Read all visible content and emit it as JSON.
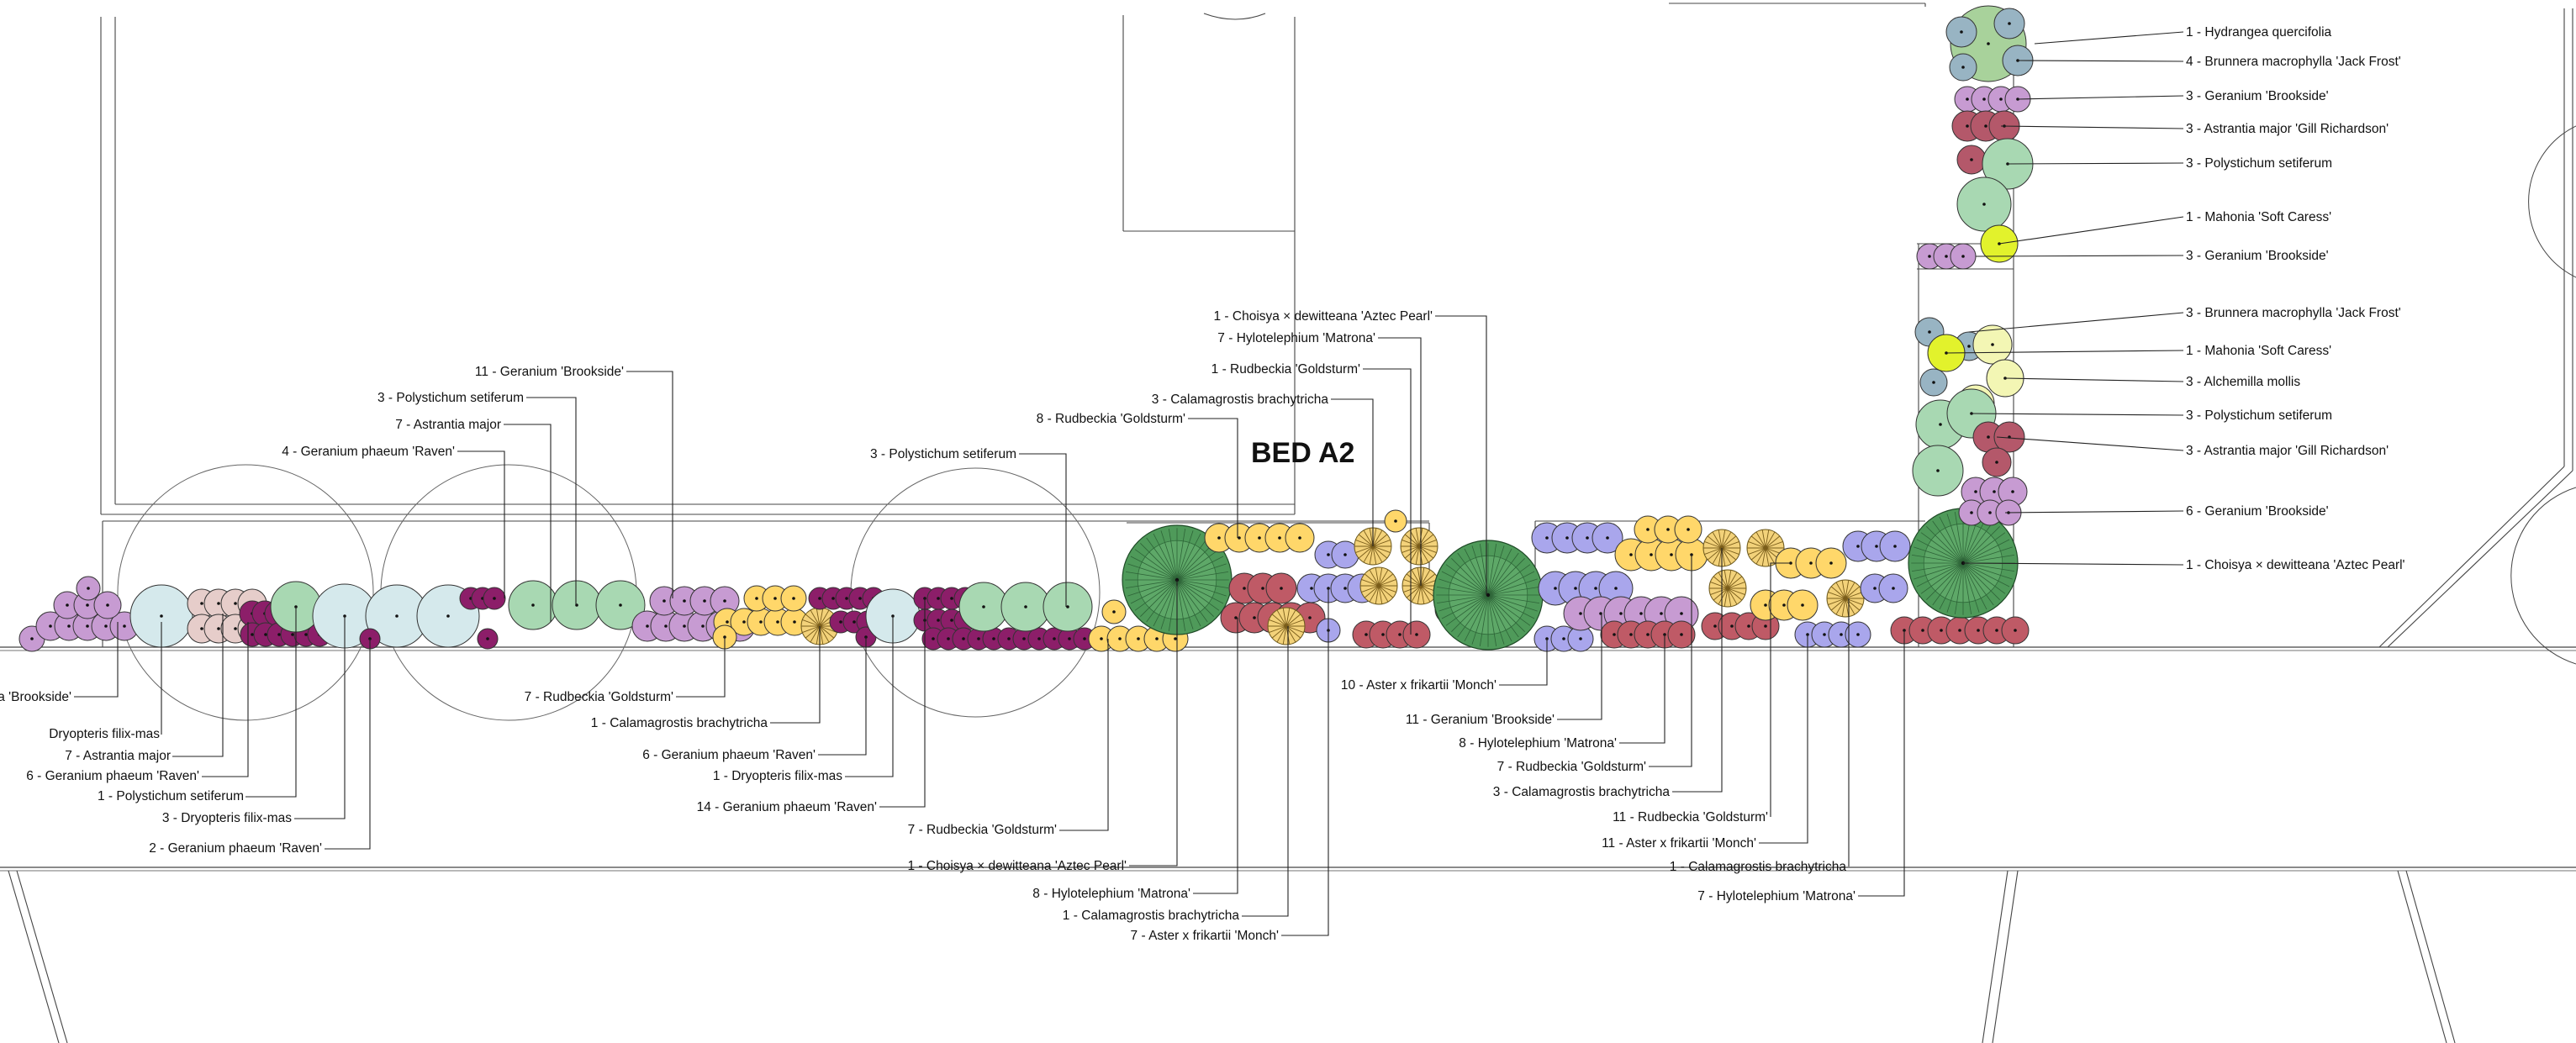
{
  "bed_title": "BED A2",
  "colors": {
    "geranium_brookside": "#c79bd2",
    "geranium_phaeum_raven": "#8c1e69",
    "polystichum": "#a8d8b2",
    "dryopteris": "#d5e9ec",
    "astrantia_major": "#e6cdca",
    "astrantia_gill": "#b4586a",
    "rudbeckia": "#ffd76a",
    "calamagrostis": "#f3d27a",
    "aster": "#a9a6ec",
    "hylotelephium": "#bf5a66",
    "choisya": "#4f9a5a",
    "hydrangea": "#a8d29b",
    "brunnera": "#98b4c3",
    "mahonia": "#e2f22c",
    "alchemilla": "#f3f6b4",
    "outline": "#333333"
  },
  "labels_left": [
    "a 'Brookside'",
    "Dryopteris filix-mas",
    "7 - Astrantia major",
    "6 - Geranium phaeum 'Raven'",
    "1 - Polystichum setiferum",
    "3 - Dryopteris filix-mas",
    "2 - Geranium phaeum 'Raven'"
  ],
  "labels_upper_left": [
    "11 - Geranium 'Brookside'",
    "3 - Polystichum setiferum",
    "7 - Astrantia major",
    "4 - Geranium phaeum 'Raven'"
  ],
  "labels_mid_below": [
    "7 - Rudbeckia 'Goldsturm'",
    "1 - Calamagrostis brachytricha",
    "6 - Geranium phaeum 'Raven'",
    "1 - Dryopteris filix-mas",
    "14 - Geranium phaeum 'Raven'",
    "7 - Rudbeckia 'Goldsturm'"
  ],
  "label_poly_mid": "3 - Polystichum setiferum",
  "labels_center_above": [
    "1 - Choisya × dewitteana 'Aztec Pearl'",
    "7 - Hylotelephium 'Matrona'",
    "1 - Rudbeckia 'Goldsturm'",
    "3 - Calamagrostis brachytricha",
    "8 - Rudbeckia 'Goldsturm'"
  ],
  "labels_center_below": [
    "1 - Choisya × dewitteana 'Aztec Pearl'",
    "8 - Hylotelephium 'Matrona'",
    "1 - Calamagrostis brachytricha",
    "7 - Aster x frikartii 'Monch'"
  ],
  "labels_right_below": [
    "10 - Aster x frikartii 'Monch'",
    "11 - Geranium 'Brookside'",
    "8 - Hylotelephium 'Matrona'",
    "7 - Rudbeckia 'Goldsturm'",
    "3 - Calamagrostis brachytricha",
    "11 - Rudbeckia 'Goldsturm'",
    "11 - Aster x frikartii 'Monch'",
    "1 - Calamagrostis brachytricha",
    "7 - Hylotelephium 'Matrona'"
  ],
  "labels_right_column": [
    "1 - Hydrangea quercifolia",
    "4 - Brunnera macrophylla 'Jack Frost'",
    "3 - Geranium 'Brookside'",
    "3 - Astrantia major 'Gill Richardson'",
    "3 - Polystichum setiferum",
    "1 - Mahonia 'Soft Caress'",
    "3 - Geranium 'Brookside'",
    "3 - Brunnera macrophylla 'Jack Frost'",
    "1 - Mahonia 'Soft Caress'",
    "3 - Alchemilla mollis",
    "3 - Polystichum setiferum",
    "3 - Astrantia major 'Gill Richardson'",
    "6 - Geranium 'Brookside'",
    "1 - Choisya × dewitteana 'Aztec Pearl'"
  ]
}
